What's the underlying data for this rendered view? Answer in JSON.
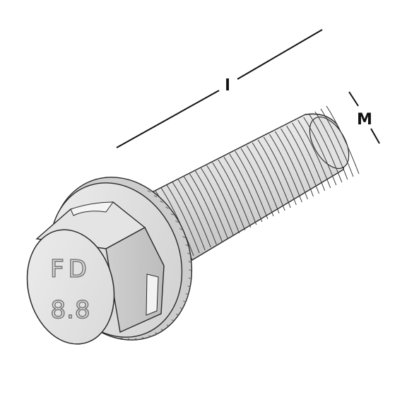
{
  "diagram": {
    "dimension_length_label": "l",
    "dimension_thread_label": "M",
    "head_marking": {
      "line1": "FD",
      "line2": "8.8"
    },
    "colors": {
      "outline": "#2a2a2a",
      "metal_light": "#e9e9e9",
      "metal_mid": "#d4d4d4",
      "metal_shadow": "#b9b9b9",
      "dimension_line": "#111111"
    },
    "icons": {
      "part": "flange-bolt-icon"
    }
  }
}
